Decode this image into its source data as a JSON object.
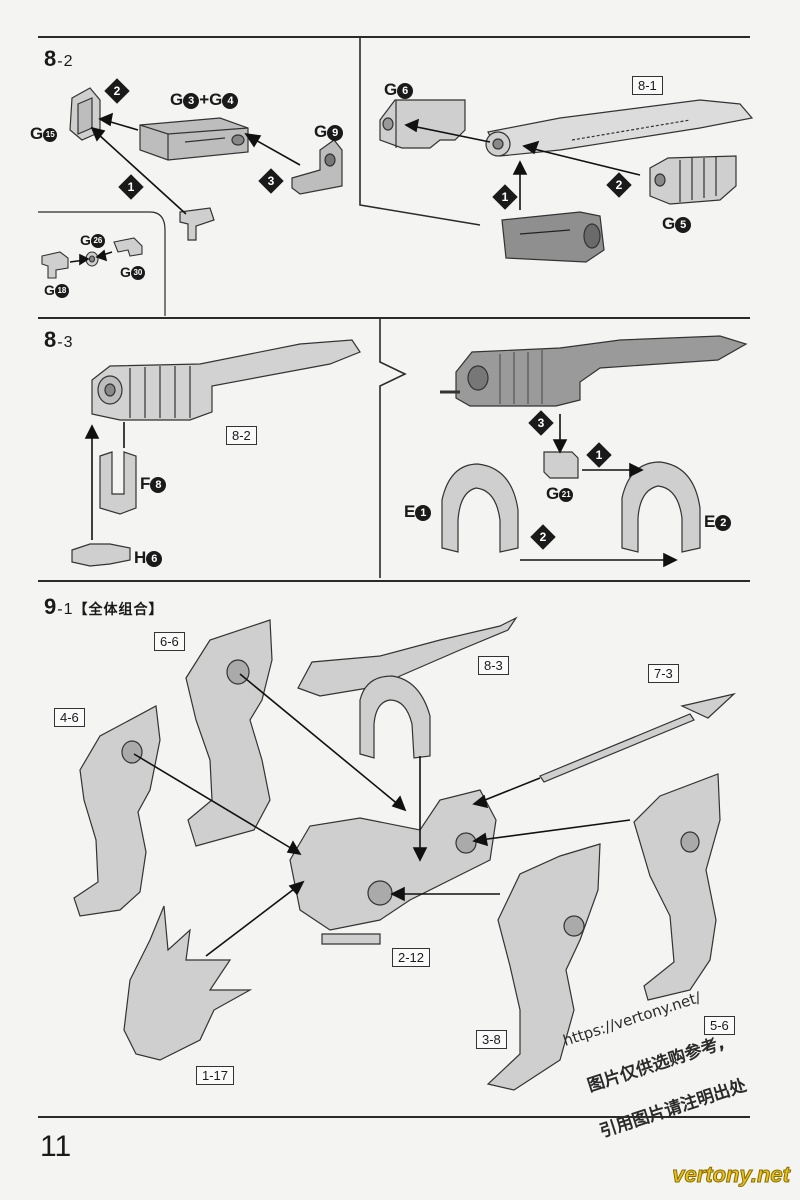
{
  "steps": {
    "s82": {
      "title": "8",
      "sub": "-2",
      "labels": {
        "g15": "G",
        "g15_n": "15",
        "g3g4_a": "G",
        "g3g4_a_n": "3",
        "plus": "+",
        "g3g4_b": "G",
        "g3g4_b_n": "4",
        "g9": "G",
        "g9_n": "9",
        "g6": "G",
        "g6_n": "6",
        "g5": "G",
        "g5_n": "5",
        "g26": "G",
        "g26_n": "26",
        "g30": "G",
        "g30_n": "30",
        "g18": "G",
        "g18_n": "18"
      },
      "ref_81": "8-1",
      "markers": [
        "2",
        "1",
        "3",
        "1",
        "2"
      ]
    },
    "s83": {
      "title": "8",
      "sub": "-3",
      "labels": {
        "f8": "F",
        "f8_n": "8",
        "h6": "H",
        "h6_n": "6",
        "g21": "G",
        "g21_n": "21",
        "e1": "E",
        "e1_n": "1",
        "e2": "E",
        "e2_n": "2"
      },
      "ref_82": "8-2",
      "markers": [
        "3",
        "1",
        "2"
      ]
    },
    "s91": {
      "title": "9",
      "sub": "-1",
      "cn": "【全体组合】",
      "refs": {
        "r66": "6-6",
        "r83": "8-3",
        "r46": "4-6",
        "r73": "7-3",
        "r212": "2-12",
        "r38": "3-8",
        "r56": "5-6",
        "r117": "1-17"
      }
    }
  },
  "page_number": "11",
  "watermark": {
    "url": "https://vertony.net/",
    "line1": "图片仅供选购参考,",
    "line2": "引用图片请注明出处",
    "brand": "vertony.net"
  }
}
